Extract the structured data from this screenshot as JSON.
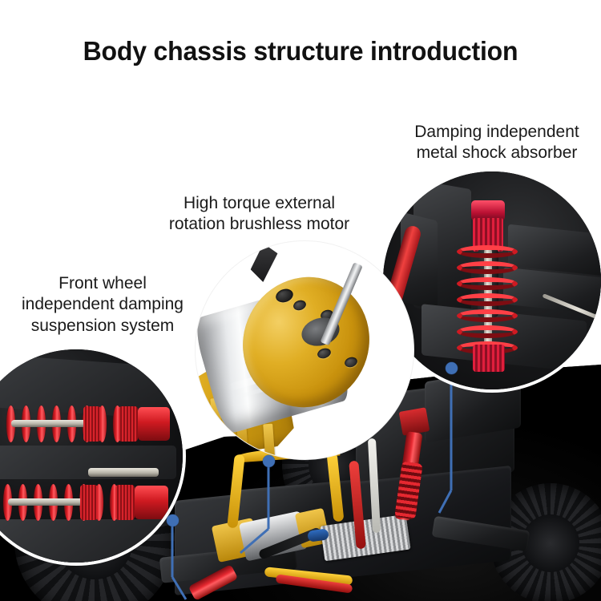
{
  "page": {
    "title": "Body chassis structure introduction",
    "background_top": "#ffffff",
    "background_bottom": "#000000",
    "accent_color": "#3f6fb5"
  },
  "callouts": [
    {
      "id": "damping-shock-absorber",
      "text": "Damping independent\nmetal shock absorber",
      "lines": [
        "Damping independent",
        "metal shock absorber"
      ],
      "align": "center",
      "target_inset": "shock-absorber-inset"
    },
    {
      "id": "brushless-motor",
      "text": "High torque external\nrotation brushless motor",
      "lines": [
        "High torque external",
        "rotation brushless motor"
      ],
      "align": "center",
      "target_inset": "motor-inset"
    },
    {
      "id": "front-suspension",
      "text": "Front wheel\nindependent damping\nsuspension system",
      "lines": [
        "Front wheel",
        "independent damping",
        "suspension system"
      ],
      "align": "center",
      "target_inset": "front-suspension-inset"
    }
  ],
  "insets": [
    {
      "id": "motor-inset",
      "kind": "circular-photo",
      "subject": "brushless motor",
      "colors": {
        "endcap": "#d4a017",
        "can": "#d5d7da",
        "shaft": "#b9bbbe"
      }
    },
    {
      "id": "shock-absorber-inset",
      "kind": "circular-photo",
      "subject": "red coil-over shock absorber on black chassis",
      "colors": {
        "spring": "#cf1a22",
        "chassis": "#1d1e20"
      }
    },
    {
      "id": "front-suspension-inset",
      "kind": "circular-photo",
      "subject": "dual horizontal red coil-over shocks",
      "colors": {
        "spring": "#e02027",
        "chassis": "#1b1c1e"
      }
    }
  ],
  "connectors": [
    {
      "id": "connector-motor",
      "dot": [
        328,
        575
      ],
      "color": "#3f6fb5"
    },
    {
      "id": "connector-shock",
      "dot": [
        556,
        458
      ],
      "color": "#3f6fb5"
    },
    {
      "id": "connector-front",
      "dot": [
        208,
        648
      ],
      "color": "#3f6fb5"
    }
  ],
  "main_photo": {
    "id": "chassis-photo",
    "subject": "RC car rolling chassis with motor, wiring, battery tray and shocks",
    "background": "#000000"
  }
}
